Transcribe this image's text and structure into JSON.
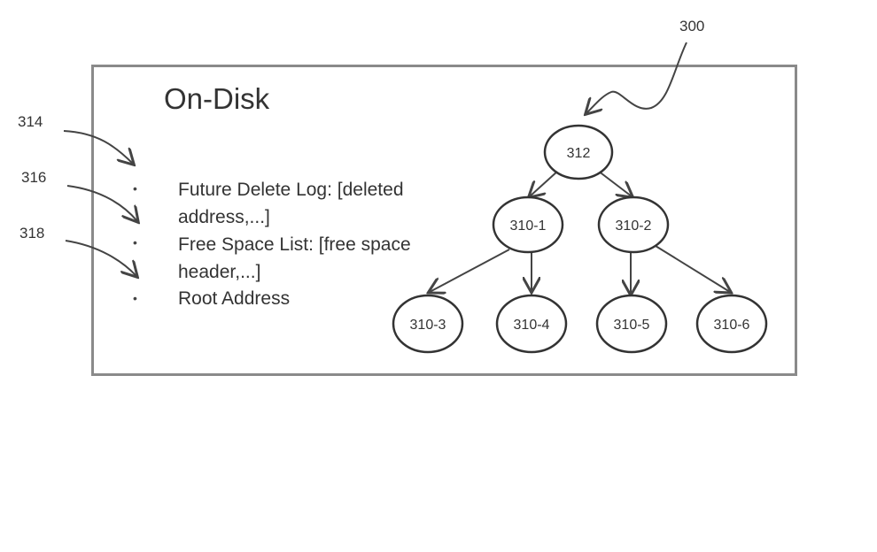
{
  "figure": {
    "ref_300": "300",
    "ref_314": "314",
    "ref_316": "316",
    "ref_318": "318"
  },
  "panel": {
    "title": "On-Disk",
    "items": [
      {
        "text": "Future Delete Log: [deleted address,...]"
      },
      {
        "text": "Free Space List: [free space header,...]"
      },
      {
        "text": "Root Address"
      }
    ]
  },
  "tree": {
    "root": "312",
    "level1": [
      "310-1",
      "310-2"
    ],
    "level2": [
      "310-3",
      "310-4",
      "310-5",
      "310-6"
    ]
  }
}
